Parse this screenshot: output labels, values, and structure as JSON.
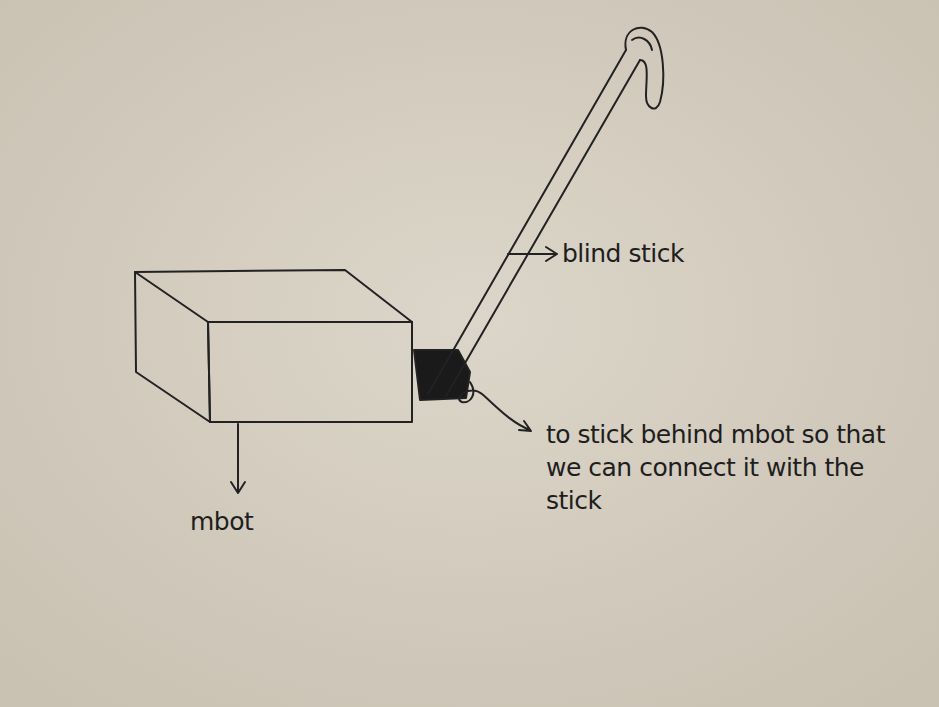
{
  "diagram": {
    "labels": [
      "blind stick",
      "to stick behind mbot so that we can connect it with the stick",
      "mbot"
    ]
  }
}
